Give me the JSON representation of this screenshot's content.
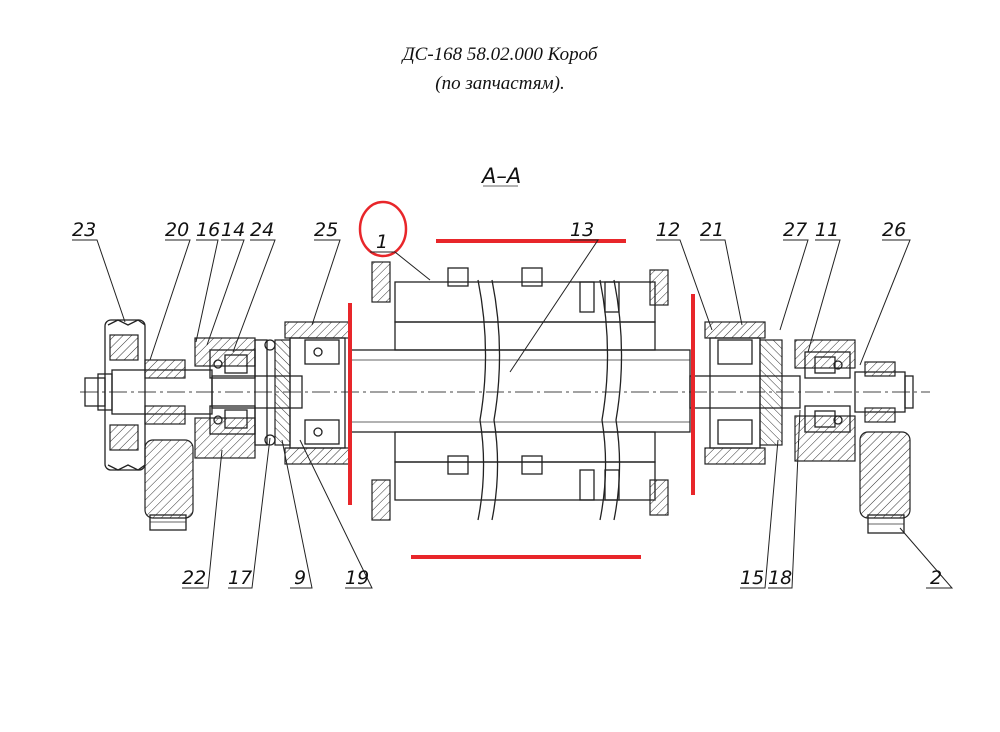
{
  "title": {
    "line1": "ДС-168 58.02.000 Короб",
    "line2": "(по запчастям)."
  },
  "section_label": "А–А",
  "colors": {
    "highlight": "#e8262a",
    "line": "#222222"
  },
  "callouts": {
    "c23": "23",
    "c20": "20",
    "c16": "16",
    "c14": "14",
    "c24": "24",
    "c25": "25",
    "c1": "1",
    "c13": "13",
    "c12": "12",
    "c21": "21",
    "c27": "27",
    "c11": "11",
    "c26": "26",
    "c22": "22",
    "c17": "17",
    "c9": "9",
    "c19": "19",
    "c15": "15",
    "c18": "18",
    "c2": "2"
  }
}
